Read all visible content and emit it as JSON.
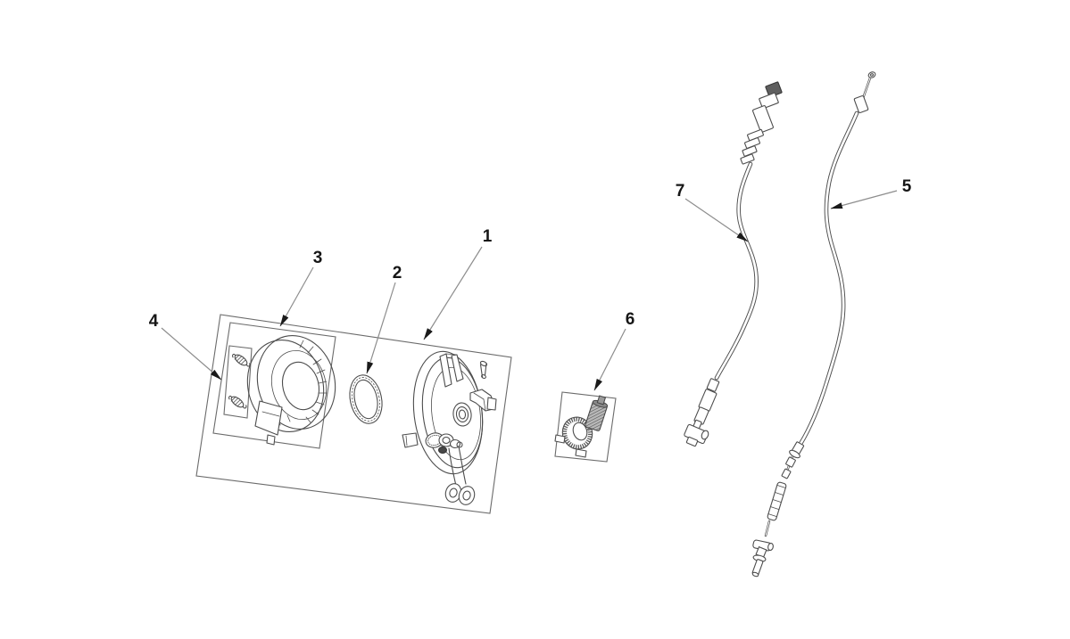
{
  "diagram": {
    "type": "exploded-parts-diagram",
    "colors": {
      "background": "#ffffff",
      "line": "#4d4d4d",
      "box_line": "#6b6b6b",
      "leader_line": "#8d8d8d",
      "label": "#161616",
      "dark_fill": "#5f5f5f"
    },
    "callouts": [
      {
        "number": "1",
        "target": "brake-panel-assembly"
      },
      {
        "number": "2",
        "target": "seal-ring"
      },
      {
        "number": "3",
        "target": "brake-shoe-set"
      },
      {
        "number": "4",
        "target": "brake-shoe-springs"
      },
      {
        "number": "5",
        "target": "rear-brake-cable"
      },
      {
        "number": "6",
        "target": "speedometer-drive-gear"
      },
      {
        "number": "7",
        "target": "speedometer-cable"
      }
    ]
  }
}
